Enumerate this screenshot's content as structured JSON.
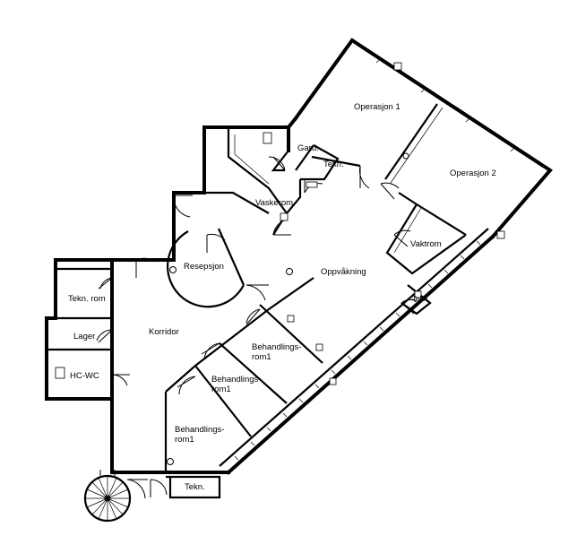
{
  "rooms": {
    "operasjon1": "Operasjon 1",
    "operasjon2": "Operasjon 2",
    "gard": "Gard.",
    "tekn_top": "Tekn.",
    "vaskerom": "Vaskerom",
    "resepsjon": "Resepsjon",
    "oppvakning": "Oppvåkning",
    "vaktrom": "Vaktrom",
    "tekn_small": "Tekn.",
    "tekn_rom": "Tekn. rom",
    "lager": "Lager",
    "hc_wc": "HC-WC",
    "korridor": "Korridor",
    "behandling_a_line1": "Behandlings-",
    "behandling_a_line2": "rom1",
    "behandling_b_line1": "Behandlings-",
    "behandling_b_line2": "rom1",
    "behandling_c_line1": "Behandlings-",
    "behandling_c_line2": "rom1",
    "tekn_bottom": "Tekn."
  }
}
